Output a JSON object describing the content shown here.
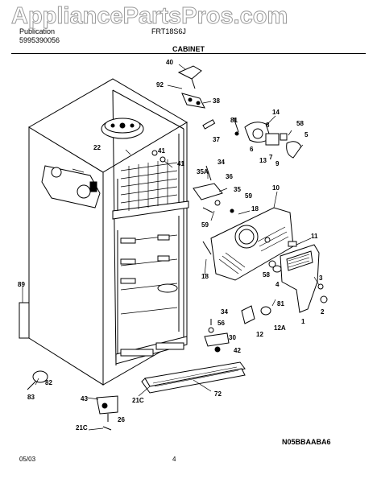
{
  "watermark": "AppliancePartsPros.com",
  "header": {
    "publication_label": "Publication",
    "publication_number": "5995390056",
    "model_partial": "FRT18S6J",
    "section_title": "CABINET"
  },
  "footer": {
    "date": "05/03",
    "page_number": "4",
    "diagram_code": "N05BBAABA6"
  },
  "callouts": [
    "40",
    "92",
    "38",
    "81",
    "14",
    "8",
    "58",
    "5",
    "6",
    "7",
    "13",
    "9",
    "37",
    "22",
    "41",
    "41",
    "34",
    "35A",
    "36",
    "35",
    "59",
    "10",
    "18",
    "59",
    "11",
    "58",
    "4",
    "3",
    "2",
    "18",
    "89",
    "81",
    "34",
    "56",
    "30",
    "42",
    "12",
    "12A",
    "1",
    "82",
    "83",
    "43",
    "21C",
    "72",
    "26",
    "21C"
  ]
}
